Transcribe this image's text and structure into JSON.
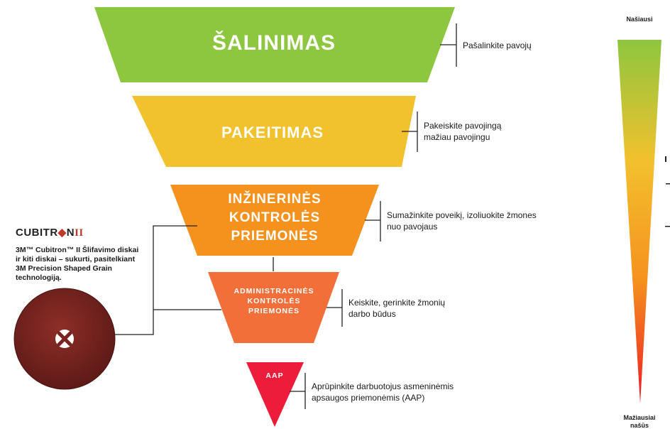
{
  "levels": [
    {
      "label": "ŠALINIMAS",
      "description": "Pašalinkite pavojų",
      "color": "#8dc63f"
    },
    {
      "label": "PAKEITIMAS",
      "description": "Pakeiskite pavojingą mažiau pavojingu",
      "color": "#f2c12e"
    },
    {
      "label_lines": [
        "INŽINERINĖS",
        "KONTROLĖS",
        "PRIEMONĖS"
      ],
      "description": "Sumažinkite poveikį, izoliuokite žmones nuo pavojaus",
      "color": "#f5921e"
    },
    {
      "label_lines": [
        "ADMINISTRACINĖS",
        "KONTROLĖS",
        "PRIEMONĖS"
      ],
      "description": "Keiskite, gerinkite žmonių darbo būdus",
      "color": "#f26f3a"
    },
    {
      "label": "AAP",
      "description": "Aprūpinkite darbuotojus asmeninėmis apsaugos priemonėmis (AAP)",
      "color": "#ed1c3a"
    }
  ],
  "scale": {
    "top_label": "Našiausi",
    "bottom_label": "Mažiausiai",
    "bottom_label_cut": "našūs",
    "gradient_colors": [
      "#8dc63f",
      "#f2c12e",
      "#f5921e",
      "#ed1c24"
    ]
  },
  "product": {
    "brand_main": "CUBITR",
    "brand_mid": "N",
    "brand_roman": "II",
    "description": "3M™ Cubitron™ II Šlifavimo diskai ir kiti diskai – sukurti, pasitelkiant 3M Precision Shaped Grain technologiją.",
    "disc_color": "#7a2420"
  }
}
